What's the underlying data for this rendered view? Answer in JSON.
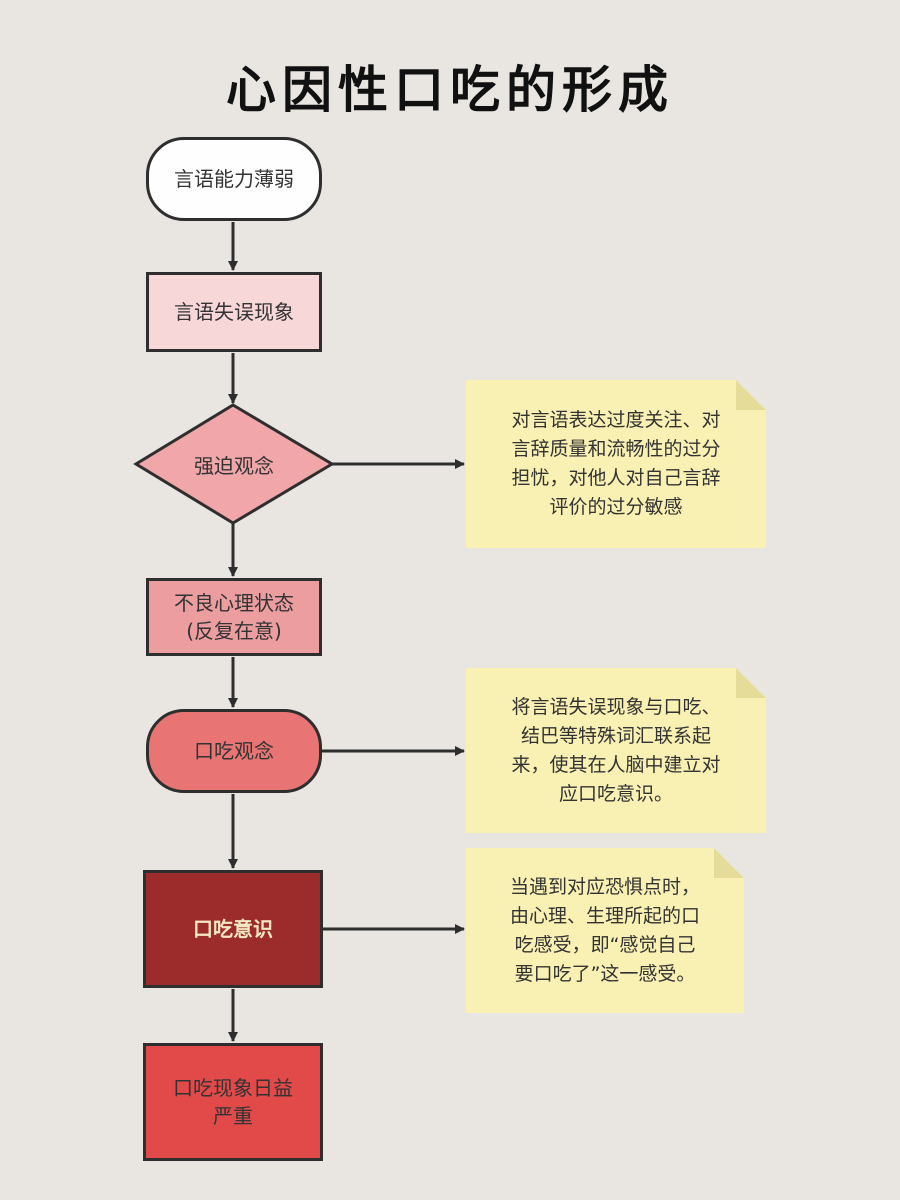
{
  "title": "心因性口吃的形成",
  "nodes": {
    "start": "言语能力薄弱",
    "slip": "言语失误现象",
    "obsession": "强迫观念",
    "bad_state_line1": "不良心理状态",
    "bad_state_line2": "(反复在意)",
    "stutter_idea": "口吃观念",
    "stutter_awareness": "口吃意识",
    "worse": "口吃现象日益严重"
  },
  "notes": {
    "obsession": "对言语表达过度关注、对\n言辞质量和流畅性的过分\n担忧，对他人对自己言辞\n评价的过分敏感",
    "stutter_idea": "将言语失误现象与口吃、\n结巴等特殊词汇联系起\n来，使其在人脑中建立对\n应口吃意识。",
    "stutter_awareness": "当遇到对应恐惧点时，\n由心理、生理所起的口\n吃感受，即“感觉自己\n要口吃了”这一感受。"
  },
  "colors": {
    "background": "#e9e6e1",
    "start": "#fefefe",
    "slip": "#f8d7d9",
    "obsession": "#f1a7aa",
    "bad_state": "#ec9d9f",
    "stutter_idea": "#e87474",
    "stutter_awareness": "#9c2b2b",
    "worse": "#e24a4a",
    "note": "#f9f0b3"
  }
}
